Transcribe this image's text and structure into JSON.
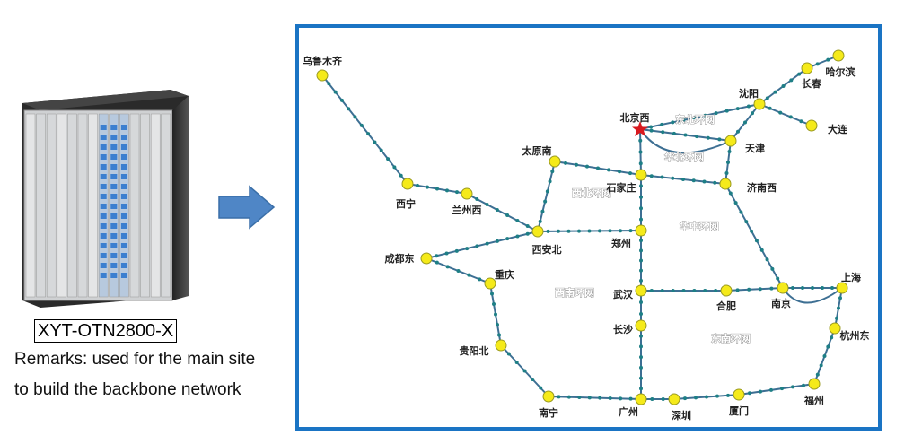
{
  "device": {
    "model": "XYT-OTN2800-X",
    "remark_line1": "Remarks: used for the main site",
    "remark_line2": "to build the backbone network"
  },
  "map": {
    "border_color": "#1a74c4",
    "line_color": "#3d6f93",
    "hub_color": "#f5ea1a",
    "hubs": [
      "乌鲁木齐",
      "西宁",
      "兰州西",
      "太原南",
      "西安北",
      "石家庄",
      "北京西",
      "天津",
      "沈阳",
      "长春",
      "哈尔滨",
      "大连",
      "济南西",
      "郑州",
      "成都东",
      "重庆",
      "贵阳北",
      "武汉",
      "合肥",
      "南京",
      "上海",
      "杭州东",
      "长沙",
      "福州",
      "厦门",
      "深圳",
      "广州",
      "南宁"
    ],
    "rings": [
      "东北环网",
      "华北环网",
      "西北环网",
      "华中环网",
      "西南环网",
      "东南环网"
    ],
    "links": [
      [
        "乌鲁木齐",
        "西宁"
      ],
      [
        "西宁",
        "兰州西"
      ],
      [
        "兰州西",
        "西安北"
      ],
      [
        "西安北",
        "太原南"
      ],
      [
        "太原南",
        "石家庄"
      ],
      [
        "北京西",
        "石家庄"
      ],
      [
        "石家庄",
        "郑州"
      ],
      [
        "郑州",
        "武汉"
      ],
      [
        "武汉",
        "长沙"
      ],
      [
        "长沙",
        "广州"
      ],
      [
        "北京西",
        "天津"
      ],
      [
        "北京西",
        "沈阳"
      ],
      [
        "沈阳",
        "长春"
      ],
      [
        "长春",
        "哈尔滨"
      ],
      [
        "沈阳",
        "大连"
      ],
      [
        "沈阳",
        "天津"
      ],
      [
        "天津",
        "济南西"
      ],
      [
        "石家庄",
        "济南西"
      ],
      [
        "济南西",
        "南京"
      ],
      [
        "西安北",
        "郑州"
      ],
      [
        "西安北",
        "成都东"
      ],
      [
        "成都东",
        "重庆"
      ],
      [
        "重庆",
        "贵阳北"
      ],
      [
        "贵阳北",
        "南宁"
      ],
      [
        "南宁",
        "广州"
      ],
      [
        "广州",
        "深圳"
      ],
      [
        "深圳",
        "厦门"
      ],
      [
        "厦门",
        "福州"
      ],
      [
        "福州",
        "杭州东"
      ],
      [
        "杭州东",
        "上海"
      ],
      [
        "武汉",
        "合肥"
      ],
      [
        "合肥",
        "南京"
      ],
      [
        "南京",
        "上海"
      ]
    ]
  }
}
